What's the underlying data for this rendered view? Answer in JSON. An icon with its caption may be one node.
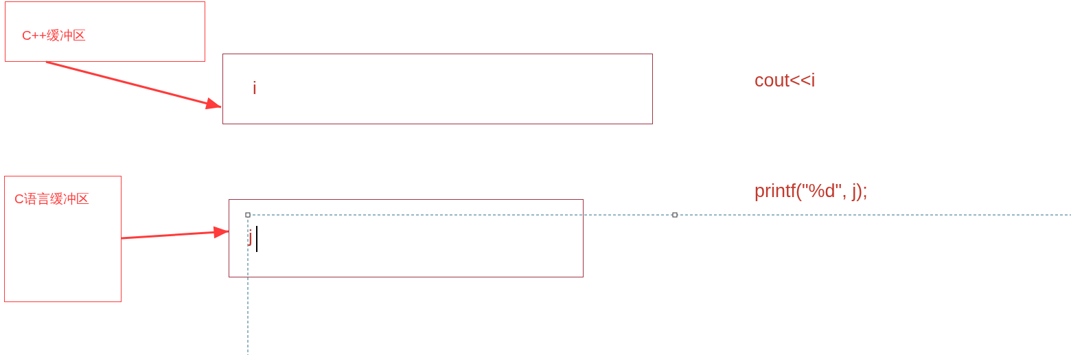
{
  "diagram": {
    "nodes": [
      {
        "text": [
          "C++缓冲区"
        ]
      },
      {
        "text": [
          "i"
        ]
      },
      {
        "text": [
          "C语言缓冲区"
        ]
      },
      {
        "text": [
          "j"
        ]
      }
    ],
    "edges": [
      {
        "from": 0,
        "to": 1,
        "arrow": "to"
      },
      {
        "from": 2,
        "to": 3,
        "arrow": "to"
      }
    ],
    "labels": [
      "cout<<i",
      "printf(\"%d\", j);"
    ]
  }
}
